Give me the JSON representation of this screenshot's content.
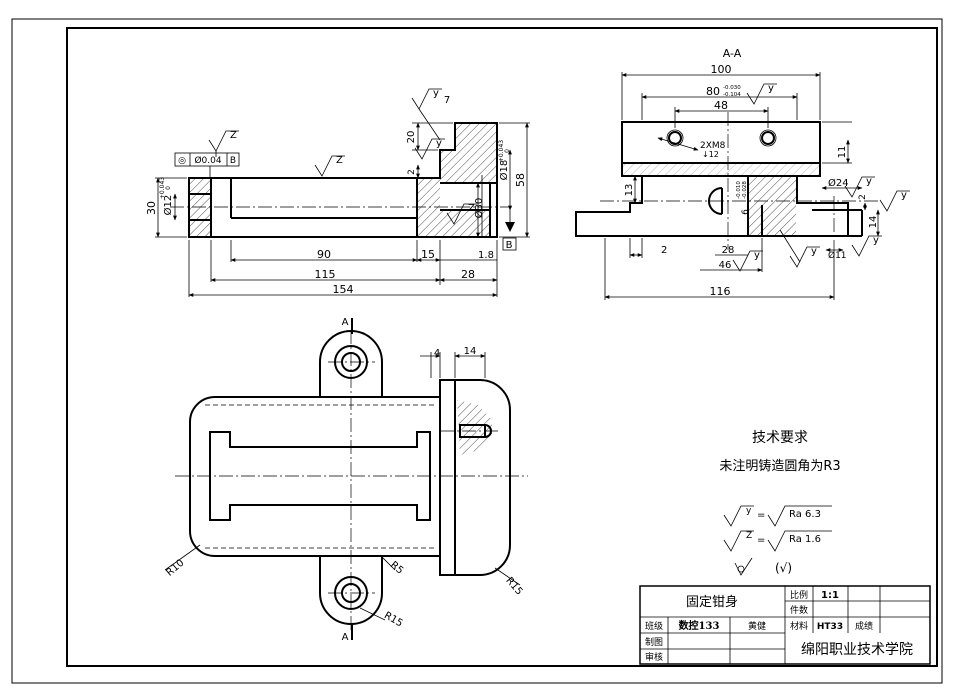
{
  "section_label": "A-A",
  "section_marks": {
    "top": "A",
    "bottom": "A"
  },
  "datum": {
    "label": "B"
  },
  "gdt": {
    "symbol": "◎",
    "value": "Ø0.04",
    "datum": "B"
  },
  "roughness_symbols": {
    "z": "Z",
    "y": "y"
  },
  "front_view_dims": {
    "d90": "90",
    "d15": "15",
    "d1_8": "1.8",
    "d115": "115",
    "d28": "28",
    "d154": "154",
    "d30": "30",
    "d12": "Ø12",
    "d12_tol_upper": "+0.043",
    "d12_tol_lower": "0",
    "d30_bore": "Ø30",
    "d18": "Ø18",
    "d18_tol_upper": "+0.043",
    "d18_tol_lower": "0",
    "d58": "58",
    "d20": "20",
    "d2": "2",
    "d7": "7"
  },
  "section_view_dims": {
    "d100": "100",
    "d80": "80",
    "d80_tol_upper": "-0.030",
    "d80_tol_lower": "-0.104",
    "d48": "48",
    "thread_main": "2XM8",
    "thread_sub": "↓12",
    "d11": "11",
    "d13": "13",
    "d6": "6",
    "d6_tol_upper": "-0.010",
    "d6_tol_lower": "-0.028",
    "d24": "Ø24",
    "d2": "2",
    "d14": "14",
    "d2b": "2",
    "d28": "28",
    "d46": "46",
    "d11_hole": "Ø11",
    "d116": "116"
  },
  "top_view_dims": {
    "d4": "4",
    "d14": "14",
    "r10": "R10",
    "r5": "R5",
    "r15_left": "R15",
    "r15_right": "R15"
  },
  "notes": {
    "title": "技术要求",
    "line1": "未注明铸造圆角为R3",
    "eq1_lhs": "y",
    "eq1_rhs": "Ra 6.3",
    "eq2_lhs": "Z",
    "eq2_rhs": "Ra 1.6",
    "rest": "(√)"
  },
  "title_block": {
    "part_name": "固定钳身",
    "scale_label": "比例",
    "scale_value": "1:1",
    "qty_label": "件数",
    "qty_value": "",
    "class_label": "班级",
    "class_value": "数控133",
    "name_value": "黄健",
    "material_label": "材料",
    "material_value": "HT33",
    "grade_label": "成绩",
    "grade_value": "",
    "drawn_label": "制图",
    "checked_label": "审核",
    "school": "绵阳职业技术学院"
  }
}
